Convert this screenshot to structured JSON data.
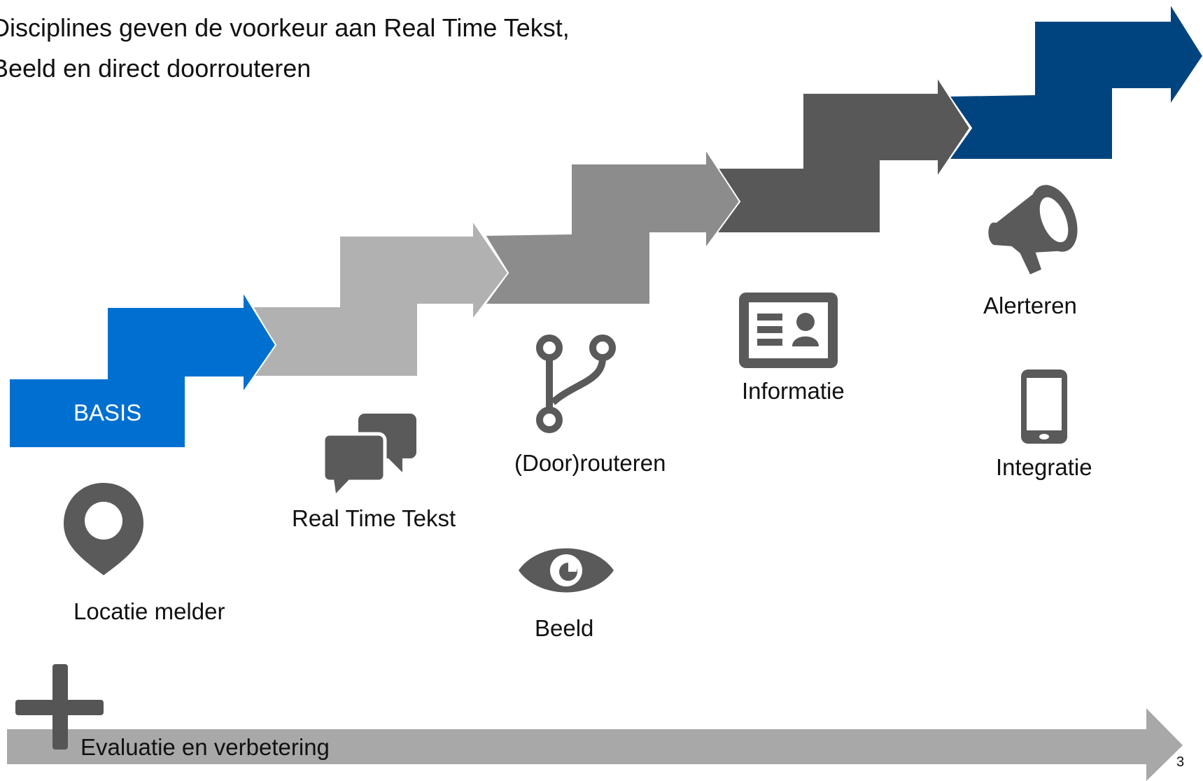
{
  "title": {
    "line1": "Disciplines geven de voorkeur aan Real Time Tekst,",
    "line2": "Beeld en direct doorrouteren"
  },
  "steps": [
    {
      "label": "BASIS",
      "color": "#0070d0"
    },
    {
      "label": "",
      "color": "#b1b1b1"
    },
    {
      "label": "",
      "color": "#8c8c8c"
    },
    {
      "label": "",
      "color": "#585858"
    },
    {
      "label": "",
      "color": "#00447f"
    }
  ],
  "features": {
    "locatie": {
      "label": "Locatie melder",
      "icon": "map-pin-icon"
    },
    "rtt": {
      "label": "Real Time Tekst",
      "icon": "chat-bubbles-icon"
    },
    "routeren": {
      "label": "(Door)routeren",
      "icon": "fork-icon"
    },
    "beeld": {
      "label": "Beeld",
      "icon": "eye-icon"
    },
    "informatie": {
      "label": "Informatie",
      "icon": "id-card-icon"
    },
    "alerteren": {
      "label": "Alerteren",
      "icon": "megaphone-icon"
    },
    "integratie": {
      "label": "Integratie",
      "icon": "smartphone-icon"
    }
  },
  "evaluation": {
    "label": "Evaluatie en verbetering",
    "color": "#a8a8a8",
    "icon": "plus-icon"
  },
  "page_number": "3",
  "colors": {
    "icon": "#5a5a5a",
    "text": "#111111"
  }
}
